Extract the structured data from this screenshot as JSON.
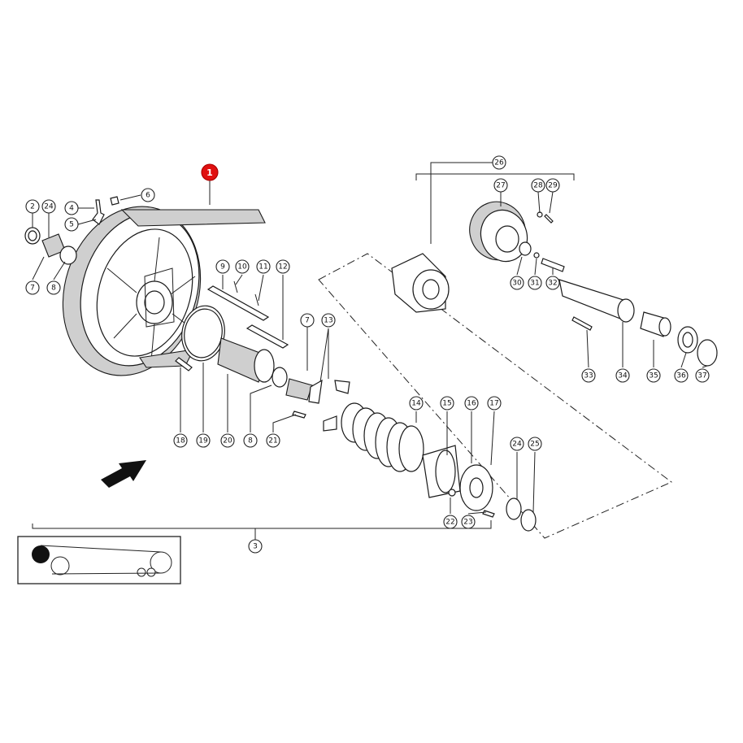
{
  "callouts": [
    {
      "id": "c1",
      "label": "1"
    },
    {
      "id": "c2",
      "label": "2"
    },
    {
      "id": "c24a",
      "label": "24"
    },
    {
      "id": "c4",
      "label": "4"
    },
    {
      "id": "c5",
      "label": "5"
    },
    {
      "id": "c6",
      "label": "6"
    },
    {
      "id": "c7a",
      "label": "7"
    },
    {
      "id": "c8a",
      "label": "8"
    },
    {
      "id": "c9",
      "label": "9"
    },
    {
      "id": "c10",
      "label": "10"
    },
    {
      "id": "c11",
      "label": "11"
    },
    {
      "id": "c12",
      "label": "12"
    },
    {
      "id": "c7b",
      "label": "7"
    },
    {
      "id": "c13",
      "label": "13"
    },
    {
      "id": "c18",
      "label": "18"
    },
    {
      "id": "c19",
      "label": "19"
    },
    {
      "id": "c20",
      "label": "20"
    },
    {
      "id": "c8b",
      "label": "8"
    },
    {
      "id": "c21",
      "label": "21"
    },
    {
      "id": "c14",
      "label": "14"
    },
    {
      "id": "c15",
      "label": "15"
    },
    {
      "id": "c16",
      "label": "16"
    },
    {
      "id": "c17",
      "label": "17"
    },
    {
      "id": "c22",
      "label": "22"
    },
    {
      "id": "c23",
      "label": "23"
    },
    {
      "id": "c24b",
      "label": "24"
    },
    {
      "id": "c25",
      "label": "25"
    },
    {
      "id": "c3",
      "label": "3"
    },
    {
      "id": "c26",
      "label": "26"
    },
    {
      "id": "c27",
      "label": "27"
    },
    {
      "id": "c28",
      "label": "28"
    },
    {
      "id": "c29",
      "label": "29"
    },
    {
      "id": "c30",
      "label": "30"
    },
    {
      "id": "c31",
      "label": "31"
    },
    {
      "id": "c32",
      "label": "32"
    },
    {
      "id": "c33",
      "label": "33"
    },
    {
      "id": "c34",
      "label": "34"
    },
    {
      "id": "c35",
      "label": "35"
    },
    {
      "id": "c36",
      "label": "36"
    },
    {
      "id": "c37",
      "label": "37"
    }
  ],
  "highlight_color": "#e01010",
  "icons": {
    "direction": "arrow-icon",
    "location": "track-location-icon"
  }
}
